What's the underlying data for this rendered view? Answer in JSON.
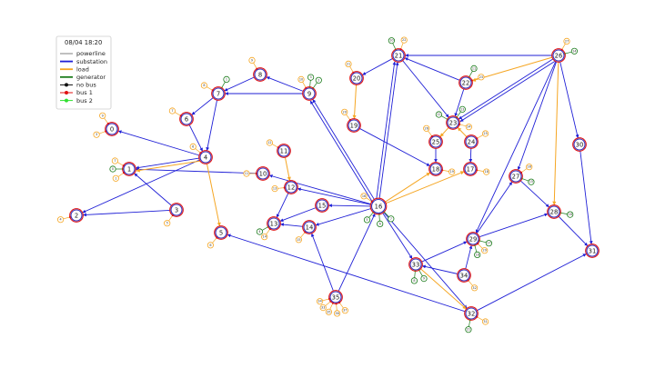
{
  "timestamp": "08/04 18:20",
  "legend": [
    {
      "label": "powerline",
      "kind": "line",
      "color": "#808080"
    },
    {
      "label": "substation",
      "kind": "line",
      "color": "#1f1fd6"
    },
    {
      "label": "load",
      "kind": "line",
      "color": "#f5a623"
    },
    {
      "label": "generator",
      "kind": "line",
      "color": "#1a7a1a"
    },
    {
      "label": "no bus",
      "kind": "dot",
      "color": "#111111"
    },
    {
      "label": "bus 1",
      "kind": "dot",
      "color": "#e01010"
    },
    {
      "label": "bus 2",
      "kind": "dot",
      "color": "#30e030"
    }
  ],
  "colors": {
    "substation": "#1f1fd6",
    "load": "#f5a623",
    "generator": "#1a7a1a",
    "bus1": "#e01010",
    "bus2": "#30e030",
    "node_ring": "#3434c0"
  },
  "nodes": [
    {
      "id": "0"
    },
    {
      "id": "1"
    },
    {
      "id": "2"
    },
    {
      "id": "3"
    },
    {
      "id": "4"
    },
    {
      "id": "5"
    },
    {
      "id": "6"
    },
    {
      "id": "7"
    },
    {
      "id": "8"
    },
    {
      "id": "9"
    },
    {
      "id": "10"
    },
    {
      "id": "11"
    },
    {
      "id": "12"
    },
    {
      "id": "13"
    },
    {
      "id": "14"
    },
    {
      "id": "15"
    },
    {
      "id": "16"
    },
    {
      "id": "17"
    },
    {
      "id": "18"
    },
    {
      "id": "19"
    },
    {
      "id": "20"
    },
    {
      "id": "21"
    },
    {
      "id": "22"
    },
    {
      "id": "23"
    },
    {
      "id": "24"
    },
    {
      "id": "25"
    },
    {
      "id": "26"
    },
    {
      "id": "27"
    },
    {
      "id": "28"
    },
    {
      "id": "29"
    },
    {
      "id": "30"
    },
    {
      "id": "31"
    },
    {
      "id": "32"
    },
    {
      "id": "33"
    },
    {
      "id": "34"
    },
    {
      "id": "35"
    }
  ],
  "edges": [
    {
      "from": "4",
      "to": "0",
      "type": "substation"
    },
    {
      "from": "4",
      "to": "1",
      "type": "substation"
    },
    {
      "from": "4",
      "to": "2",
      "type": "substation"
    },
    {
      "from": "3",
      "to": "2",
      "type": "substation"
    },
    {
      "from": "3",
      "to": "1",
      "type": "substation"
    },
    {
      "from": "10",
      "to": "1",
      "type": "substation"
    },
    {
      "from": "4",
      "to": "1",
      "type": "load"
    },
    {
      "from": "4",
      "to": "5",
      "type": "load"
    },
    {
      "from": "6",
      "to": "4",
      "type": "substation"
    },
    {
      "from": "7",
      "to": "6",
      "type": "substation"
    },
    {
      "from": "7",
      "to": "4",
      "type": "substation"
    },
    {
      "from": "8",
      "to": "7",
      "type": "substation"
    },
    {
      "from": "9",
      "to": "7",
      "type": "substation"
    },
    {
      "from": "9",
      "to": "8",
      "type": "substation"
    },
    {
      "from": "16",
      "to": "9",
      "type": "substation"
    },
    {
      "from": "16",
      "to": "9",
      "type": "substation"
    },
    {
      "from": "16",
      "to": "12",
      "type": "substation"
    },
    {
      "from": "16",
      "to": "15",
      "type": "substation"
    },
    {
      "from": "16",
      "to": "14",
      "type": "substation"
    },
    {
      "from": "16",
      "to": "21",
      "type": "substation"
    },
    {
      "from": "16",
      "to": "21",
      "type": "substation"
    },
    {
      "from": "16",
      "to": "33",
      "type": "substation"
    },
    {
      "from": "16",
      "to": "32",
      "type": "substation"
    },
    {
      "from": "16",
      "to": "18",
      "type": "load"
    },
    {
      "from": "16",
      "to": "17",
      "type": "load"
    },
    {
      "from": "16",
      "to": "10",
      "type": "substation"
    },
    {
      "from": "12",
      "to": "13",
      "type": "substation"
    },
    {
      "from": "11",
      "to": "12",
      "type": "load"
    },
    {
      "from": "15",
      "to": "13",
      "type": "substation"
    },
    {
      "from": "14",
      "to": "13",
      "type": "substation"
    },
    {
      "from": "35",
      "to": "14",
      "type": "substation"
    },
    {
      "from": "35",
      "to": "16",
      "type": "substation"
    },
    {
      "from": "19",
      "to": "18",
      "type": "substation"
    },
    {
      "from": "20",
      "to": "19",
      "type": "load"
    },
    {
      "from": "21",
      "to": "20",
      "type": "substation"
    },
    {
      "from": "21",
      "to": "23",
      "type": "substation"
    },
    {
      "from": "22",
      "to": "21",
      "type": "substation"
    },
    {
      "from": "26",
      "to": "21",
      "type": "substation"
    },
    {
      "from": "26",
      "to": "22",
      "type": "load"
    },
    {
      "from": "26",
      "to": "23",
      "type": "substation"
    },
    {
      "from": "26",
      "to": "23",
      "type": "substation"
    },
    {
      "from": "22",
      "to": "23",
      "type": "substation"
    },
    {
      "from": "23",
      "to": "25",
      "type": "load"
    },
    {
      "from": "24",
      "to": "23",
      "type": "load"
    },
    {
      "from": "25",
      "to": "18",
      "type": "substation"
    },
    {
      "from": "24",
      "to": "17",
      "type": "substation"
    },
    {
      "from": "26",
      "to": "30",
      "type": "substation"
    },
    {
      "from": "26",
      "to": "27",
      "type": "substation"
    },
    {
      "from": "26",
      "to": "28",
      "type": "load"
    },
    {
      "from": "26",
      "to": "29",
      "type": "substation"
    },
    {
      "from": "27",
      "to": "28",
      "type": "substation"
    },
    {
      "from": "29",
      "to": "27",
      "type": "substation"
    },
    {
      "from": "28",
      "to": "31",
      "type": "substation"
    },
    {
      "from": "30",
      "to": "31",
      "type": "substation"
    },
    {
      "from": "29",
      "to": "28",
      "type": "substation"
    },
    {
      "from": "33",
      "to": "29",
      "type": "substation"
    },
    {
      "from": "34",
      "to": "29",
      "type": "substation"
    },
    {
      "from": "34",
      "to": "33",
      "type": "substation"
    },
    {
      "from": "33",
      "to": "32",
      "type": "load"
    },
    {
      "from": "32",
      "to": "31",
      "type": "substation"
    },
    {
      "from": "32",
      "to": "5",
      "type": "substation"
    }
  ],
  "leaves": [
    {
      "node": "0",
      "label": "9",
      "type": "load"
    },
    {
      "node": "0",
      "label": "3",
      "type": "load"
    },
    {
      "node": "1",
      "label": "7",
      "type": "load"
    },
    {
      "node": "1",
      "label": "0",
      "type": "generator"
    },
    {
      "node": "1",
      "label": "1",
      "type": "load"
    },
    {
      "node": "2",
      "label": "4",
      "type": "load"
    },
    {
      "node": "3",
      "label": "5",
      "type": "load"
    },
    {
      "node": "4",
      "label": "6",
      "type": "load"
    },
    {
      "node": "5",
      "label": "6",
      "type": "load"
    },
    {
      "node": "6",
      "label": "7",
      "type": "load"
    },
    {
      "node": "7",
      "label": "1",
      "type": "generator"
    },
    {
      "node": "7",
      "label": "8",
      "type": "load"
    },
    {
      "node": "8",
      "label": "9",
      "type": "load"
    },
    {
      "node": "9",
      "label": "2",
      "type": "generator"
    },
    {
      "node": "9",
      "label": "3",
      "type": "generator"
    },
    {
      "node": "9",
      "label": "10",
      "type": "load"
    },
    {
      "node": "10",
      "label": "11",
      "type": "load"
    },
    {
      "node": "11",
      "label": "12",
      "type": "load"
    },
    {
      "node": "12",
      "label": "13",
      "type": "load"
    },
    {
      "node": "13",
      "label": "4",
      "type": "generator"
    },
    {
      "node": "13",
      "label": "14",
      "type": "load"
    },
    {
      "node": "14",
      "label": "15",
      "type": "load"
    },
    {
      "node": "16",
      "label": "16",
      "type": "load"
    },
    {
      "node": "16",
      "label": "5",
      "type": "generator"
    },
    {
      "node": "16",
      "label": "6",
      "type": "generator"
    },
    {
      "node": "16",
      "label": "7",
      "type": "generator"
    },
    {
      "node": "17",
      "label": "18",
      "type": "load"
    },
    {
      "node": "18",
      "label": "19",
      "type": "load"
    },
    {
      "node": "19",
      "label": "20",
      "type": "load"
    },
    {
      "node": "20",
      "label": "21",
      "type": "load"
    },
    {
      "node": "21",
      "label": "10",
      "type": "generator"
    },
    {
      "node": "21",
      "label": "22",
      "type": "load"
    },
    {
      "node": "22",
      "label": "11",
      "type": "generator"
    },
    {
      "node": "22",
      "label": "23",
      "type": "load"
    },
    {
      "node": "23",
      "label": "12",
      "type": "generator"
    },
    {
      "node": "23",
      "label": "13",
      "type": "generator"
    },
    {
      "node": "23",
      "label": "24",
      "type": "load"
    },
    {
      "node": "24",
      "label": "25",
      "type": "load"
    },
    {
      "node": "25",
      "label": "26",
      "type": "load"
    },
    {
      "node": "26",
      "label": "27",
      "type": "load"
    },
    {
      "node": "26",
      "label": "14",
      "type": "generator"
    },
    {
      "node": "27",
      "label": "28",
      "type": "load"
    },
    {
      "node": "27",
      "label": "15",
      "type": "generator"
    },
    {
      "node": "28",
      "label": "16",
      "type": "generator"
    },
    {
      "node": "29",
      "label": "17",
      "type": "generator"
    },
    {
      "node": "29",
      "label": "29",
      "type": "load"
    },
    {
      "node": "29",
      "label": "18",
      "type": "generator"
    },
    {
      "node": "32",
      "label": "31",
      "type": "load"
    },
    {
      "node": "32",
      "label": "21",
      "type": "generator"
    },
    {
      "node": "33",
      "label": "8",
      "type": "generator"
    },
    {
      "node": "33",
      "label": "9",
      "type": "generator"
    },
    {
      "node": "34",
      "label": "32",
      "type": "load"
    },
    {
      "node": "35",
      "label": "34",
      "type": "load"
    },
    {
      "node": "35",
      "label": "33",
      "type": "load"
    },
    {
      "node": "35",
      "label": "35",
      "type": "load"
    },
    {
      "node": "35",
      "label": "36",
      "type": "load"
    },
    {
      "node": "35",
      "label": "37",
      "type": "load"
    }
  ]
}
